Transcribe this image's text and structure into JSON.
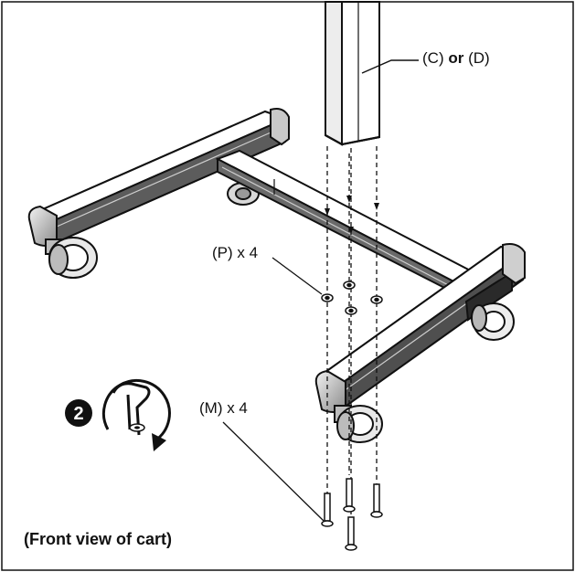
{
  "labels": {
    "post_c": "(C)",
    "post_or": "or",
    "post_d": "(D)",
    "washers": "(P) x 4",
    "screws": "(M) x 4",
    "step_number": "2",
    "caption": "(Front view of cart)"
  },
  "icons": {
    "step_badge": "step-number-2-badge-icon",
    "wrench": "allen-wrench-rotate-icon"
  },
  "colors": {
    "line": "#111111",
    "panel_dark": "#1a1a1a",
    "panel_mid": "#8a8a8a",
    "background": "#ffffff"
  }
}
